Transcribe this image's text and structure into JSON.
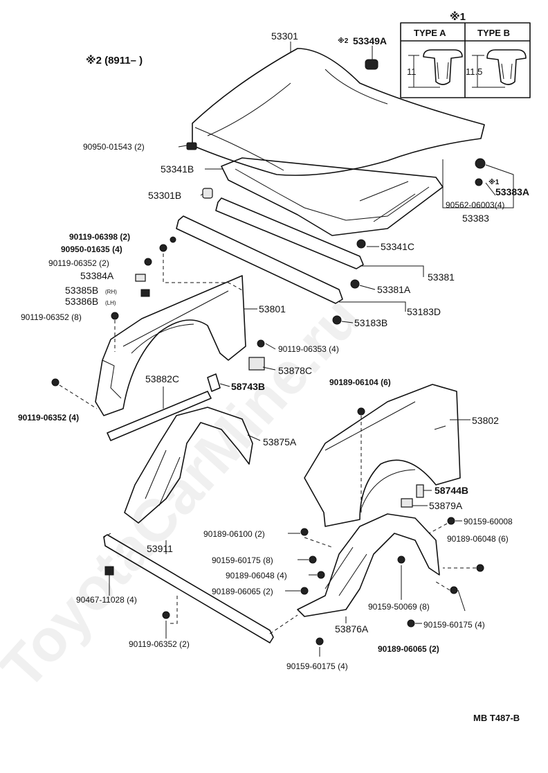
{
  "note_2": "※2 (8911–        )",
  "note_1": "※1",
  "types": {
    "type_a": "TYPE A",
    "type_b": "TYPE B",
    "dim_a": "11",
    "dim_b": "11.5"
  },
  "diagram_code": "MB T487-B",
  "watermark": "ToyotaCarMine.ru",
  "parts": {
    "p53301": "53301",
    "p53349A_mark": "※2",
    "p53349A": "53349A",
    "p90950_01543": "90950-01543 (2)",
    "p53341B": "53341B",
    "p53383A_mark": "※1",
    "p53383A": "53383A",
    "p53301B": "53301B",
    "p90562": "90562-06003(4)",
    "p53383": "53383",
    "p90119_06398": "90119-06398 (2)",
    "p90950_01635": "90950-01635 (4)",
    "p53341C": "53341C",
    "p90119_06352a": "90119-06352 (2)",
    "p53384A": "53384A",
    "p53381": "53381",
    "p53385B": "53385B",
    "p53385B_side": "(RH)",
    "p53381A": "53381A",
    "p53386B": "53386B",
    "p53386B_side": "(LH)",
    "p53801": "53801",
    "p53183D": "53183D",
    "p90119_06352b": "90119-06352 (8)",
    "p53183B": "53183B",
    "p90119_06353": "90119-06353 (4)",
    "p53878C": "53878C",
    "p53882C": "53882C",
    "p58743B": "58743B",
    "p90189_06104": "90189-06104 (6)",
    "p90119_06352c": "90119-06352 (4)",
    "p53802": "53802",
    "p53875A": "53875A",
    "p58744B": "58744B",
    "p53879A": "53879A",
    "p90159_60008": "90159-60008",
    "p90189_06100": "90189-06100 (2)",
    "p90189_06048a": "90189-06048 (6)",
    "p53911": "53911",
    "p90159_60175a": "90159-60175 (8)",
    "p90189_06048b": "90189-06048 (4)",
    "p90189_06065a": "90189-06065 (2)",
    "p90467": "90467-11028 (4)",
    "p90159_50069": "90159-50069 (8)",
    "p53876A": "53876A",
    "p90159_60175b": "90159-60175 (4)",
    "p90189_06065b": "90189-06065 (2)",
    "p90119_06352d": "90119-06352 (2)",
    "p90159_60175c": "90159-60175 (4)"
  }
}
